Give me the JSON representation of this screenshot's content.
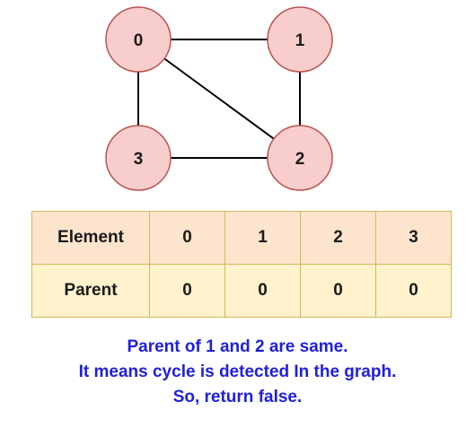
{
  "graph": {
    "node_fill": "#f8cecc",
    "node_stroke": "#b85450",
    "edge_color": "#000000",
    "nodes": [
      {
        "id": "0",
        "label": "0"
      },
      {
        "id": "1",
        "label": "1"
      },
      {
        "id": "2",
        "label": "2"
      },
      {
        "id": "3",
        "label": "3"
      }
    ],
    "edges": [
      {
        "from": "0",
        "to": "1"
      },
      {
        "from": "1",
        "to": "2"
      },
      {
        "from": "0",
        "to": "2"
      },
      {
        "from": "0",
        "to": "3"
      },
      {
        "from": "3",
        "to": "2"
      }
    ]
  },
  "table": {
    "header_row_color": "#fde5cd",
    "parent_row_color": "#fff2cc",
    "border_color": "#d6b656",
    "row_element_label": "Element",
    "row_parent_label": "Parent",
    "elements": [
      "0",
      "1",
      "2",
      "3"
    ],
    "parents": [
      "0",
      "0",
      "0",
      "0"
    ]
  },
  "caption": {
    "color": "#1f1fdd",
    "line1": "Parent of 1 and 2 are same.",
    "line2": "It means cycle is detected In the graph.",
    "line3": "So, return false."
  }
}
